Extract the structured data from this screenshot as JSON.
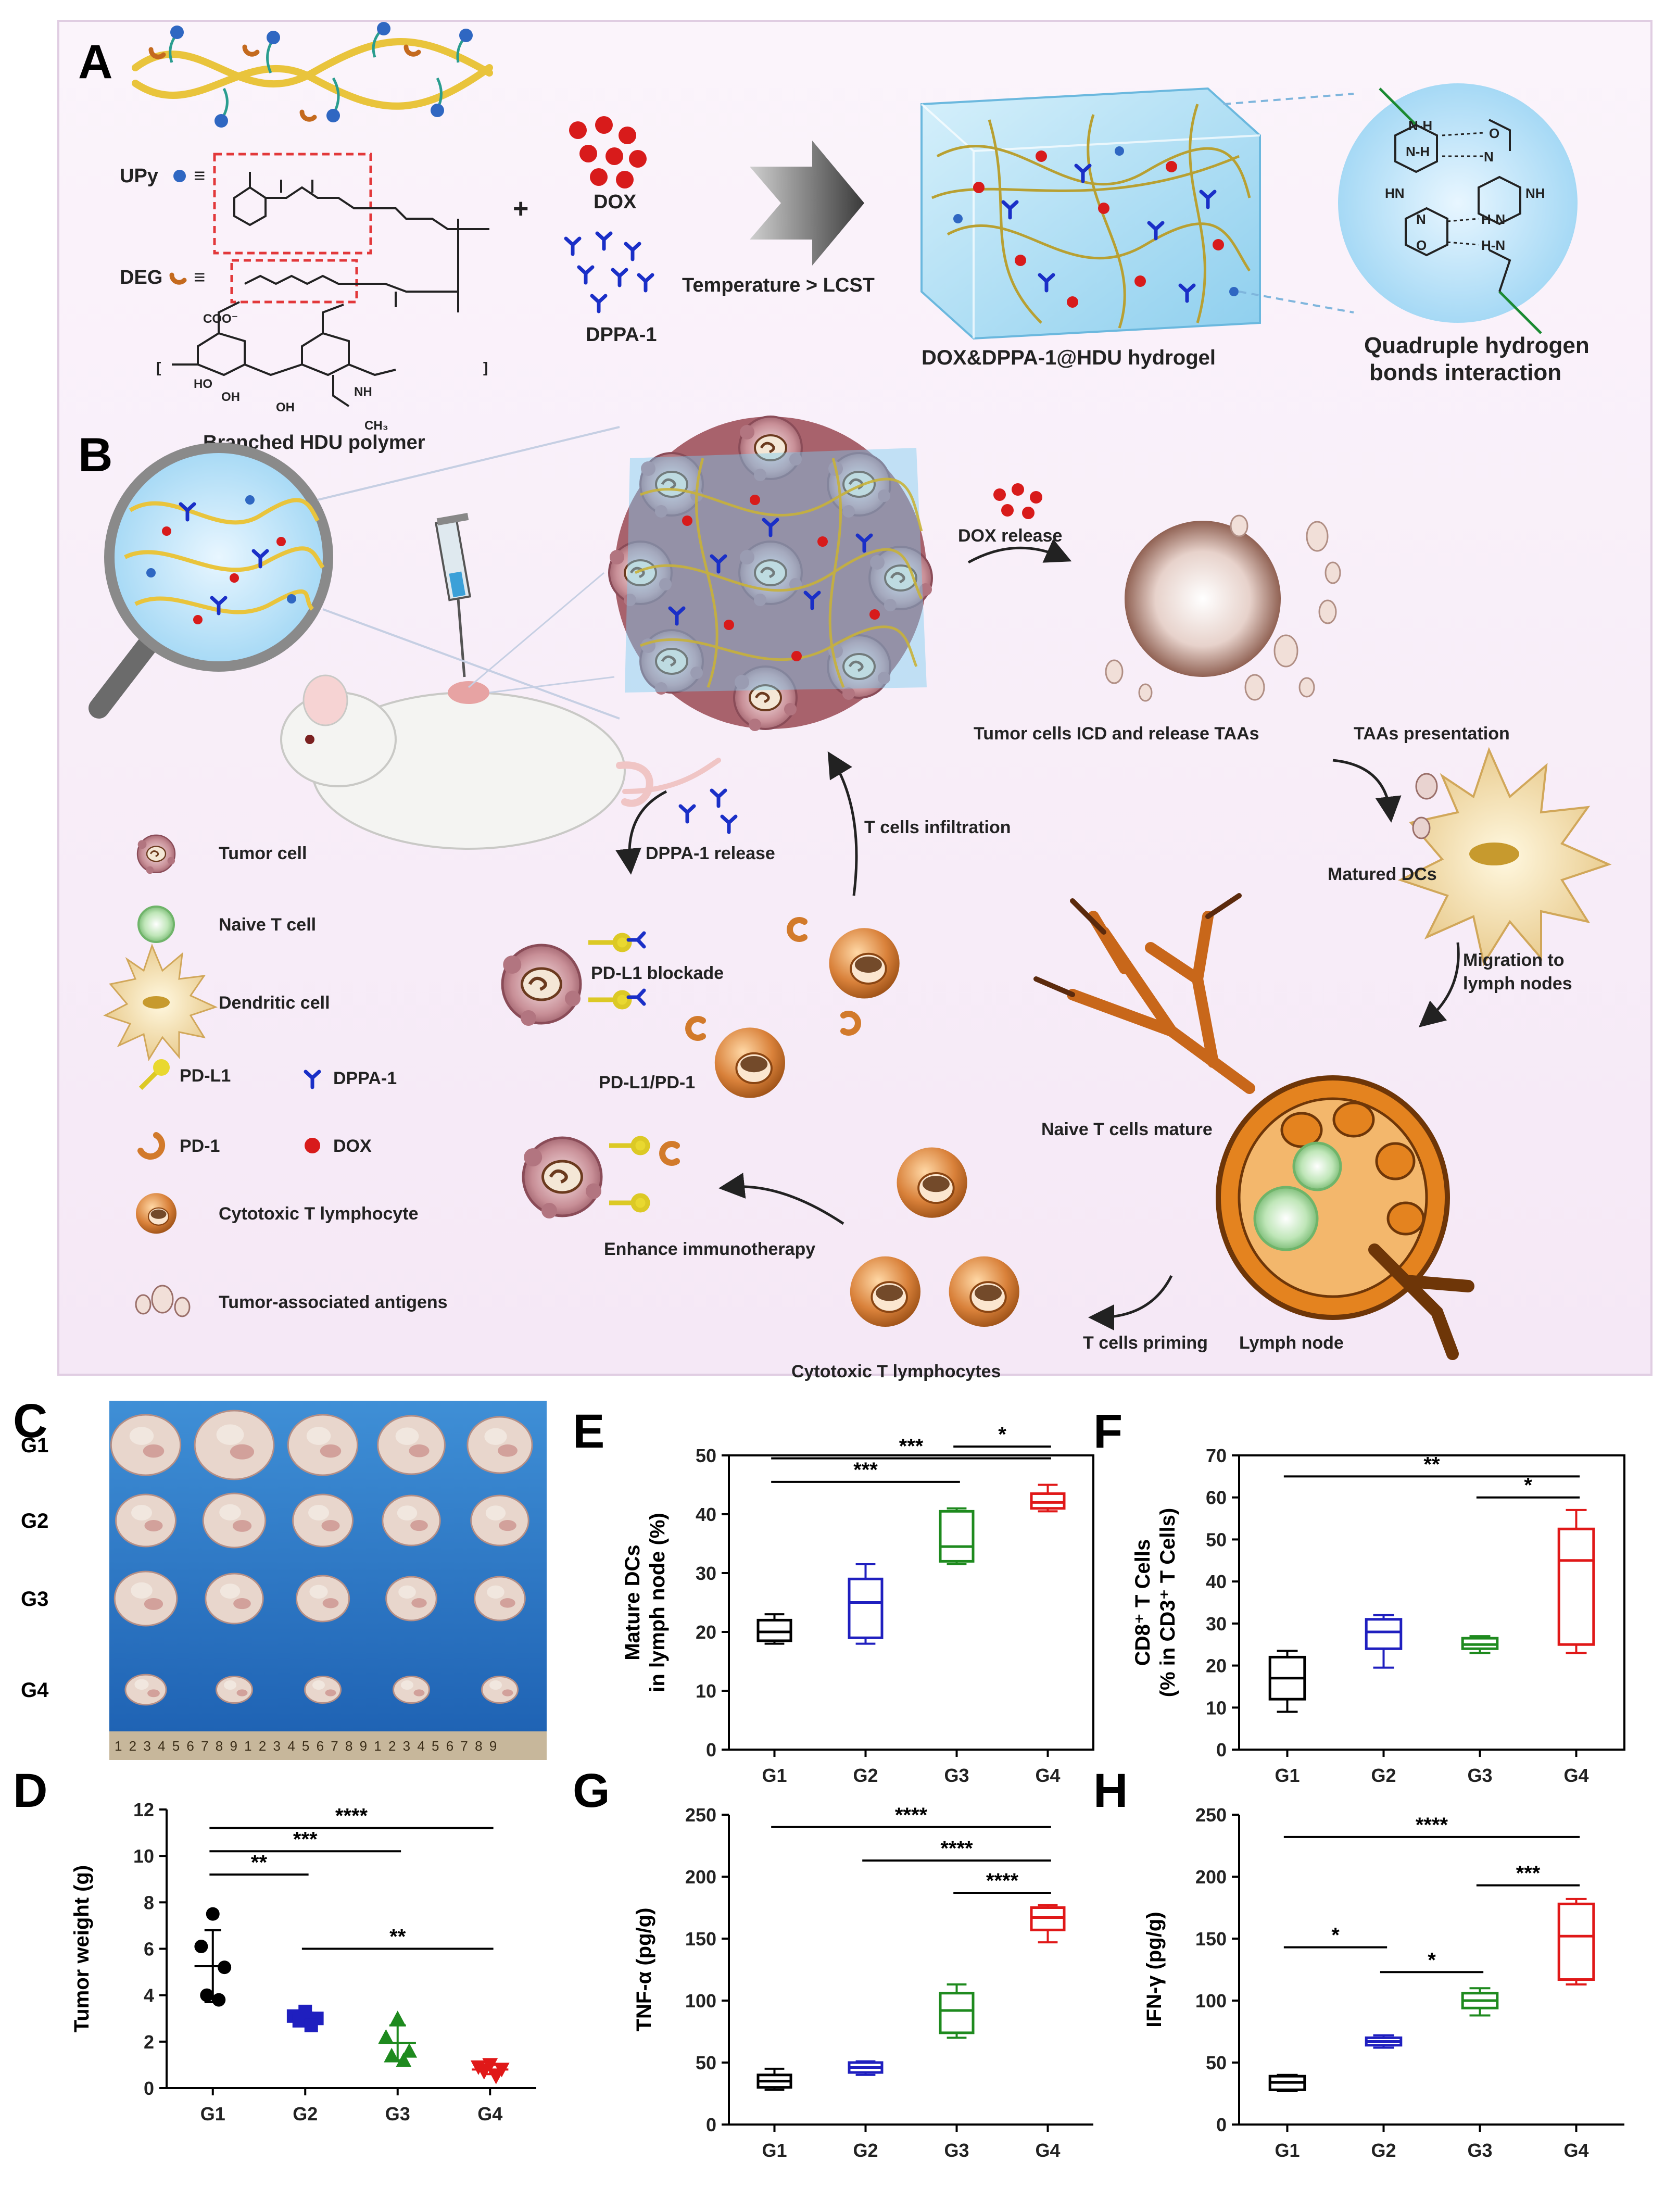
{
  "panels": {
    "A": "A",
    "B": "B",
    "C": "C",
    "D": "D",
    "E": "E",
    "F": "F",
    "G": "G",
    "H": "H"
  },
  "panel_a": {
    "upy_label": "UPy",
    "deg_label": "DEG",
    "equiv": "≡",
    "polymer_label": "Branched HDU polymer",
    "plus": "+",
    "dox_label": "DOX",
    "dppa_label": "DPPA-1",
    "arrow_label": "Temperature > LCST",
    "hydrogel_label": "DOX&DPPA-1@HDU hydrogel",
    "hbond_line1": "Quadruple hydrogen",
    "hbond_line2": "bonds interaction"
  },
  "panel_b": {
    "dox_release": "DOX release",
    "tumor_icd": "Tumor cells ICD and release TAAs",
    "taas_presentation": "TAAs presentation",
    "matured_dcs": "Matured DCs",
    "migration_line1": "Migration to",
    "migration_line2": "lymph nodes",
    "naive_mature": "Naive T cells mature",
    "lymph_node": "Lymph node",
    "priming": "T cells priming",
    "ctls": "Cytotoxic T lymphocytes",
    "enhance": "Enhance immunotherapy",
    "pdl1_pd1": "PD-L1/PD-1",
    "pdl1_blockade": "PD-L1 blockade",
    "dppa_release": "DPPA-1 release",
    "infiltration": "T cells infiltration",
    "legend": {
      "tumor_cell": "Tumor cell",
      "naive_t": "Naive T cell",
      "dendritic": "Dendritic cell",
      "pdl1": "PD-L1",
      "dppa": "DPPA-1",
      "pd1": "PD-1",
      "dox": "DOX",
      "ctl": "Cytotoxic T lymphocyte",
      "taa": "Tumor-associated antigens"
    }
  },
  "panel_c": {
    "groups": [
      "G1",
      "G2",
      "G3",
      "G4"
    ],
    "ruler_text": "1 2 3 4 5 6 7 8 9 1 2 3 4 5 6 7 8 9 1 2 3 4 5 6 7 8 9"
  },
  "chart_data": [
    {
      "id": "D",
      "type": "scatter",
      "ylabel": "Tumor weight (g)",
      "categories": [
        "G1",
        "G2",
        "G3",
        "G4"
      ],
      "ylim": [
        0,
        12
      ],
      "yticks": [
        0,
        2,
        4,
        6,
        8,
        10,
        12
      ],
      "colors": [
        "#000000",
        "#1f1fbf",
        "#1e8a1e",
        "#e01818"
      ],
      "markers": [
        "circle",
        "square",
        "triangle-up",
        "triangle-down"
      ],
      "points": [
        [
          7.5,
          6.1,
          5.2,
          4.0,
          3.8
        ],
        [
          3.3,
          3.1,
          3.0,
          2.9,
          2.7
        ],
        [
          3.0,
          2.2,
          1.6,
          1.4,
          1.2
        ],
        [
          1.0,
          0.9,
          0.8,
          0.7,
          0.5
        ]
      ],
      "mean": [
        5.25,
        3.0,
        1.95,
        0.8
      ],
      "sd": [
        1.55,
        0.25,
        0.75,
        0.2
      ],
      "sig": [
        {
          "a": 0,
          "b": 1,
          "y": 9.2,
          "label": "**"
        },
        {
          "a": 0,
          "b": 2,
          "y": 10.2,
          "label": "***"
        },
        {
          "a": 0,
          "b": 3,
          "y": 11.2,
          "label": "****"
        },
        {
          "a": 1,
          "b": 3,
          "y": 6.0,
          "label": "**"
        }
      ]
    },
    {
      "id": "E",
      "type": "box",
      "ylabel": "Mature DCs in lymph node (%)",
      "ylabel_lines": [
        "Mature DCs",
        "in lymph node (%)"
      ],
      "categories": [
        "G1",
        "G2",
        "G3",
        "G4"
      ],
      "ylim": [
        0,
        50
      ],
      "yticks": [
        0,
        10,
        20,
        30,
        40,
        50
      ],
      "colors": [
        "#000000",
        "#1f1fbf",
        "#1e8a1e",
        "#e01818"
      ],
      "boxes": [
        {
          "min": 18,
          "q1": 18.5,
          "median": 20,
          "q3": 22,
          "max": 23
        },
        {
          "min": 18,
          "q1": 19,
          "median": 25,
          "q3": 29,
          "max": 31.5
        },
        {
          "min": 31.5,
          "q1": 32,
          "median": 34.5,
          "q3": 40.5,
          "max": 41
        },
        {
          "min": 40.5,
          "q1": 41,
          "median": 42,
          "q3": 43.5,
          "max": 45
        }
      ],
      "sig": [
        {
          "a": 0,
          "b": 2,
          "y": 45.5,
          "label": "***"
        },
        {
          "a": 0,
          "b": 3,
          "y": 49.5,
          "label": "***"
        },
        {
          "a": 2,
          "b": 3,
          "y": 51.5,
          "label": "*"
        }
      ]
    },
    {
      "id": "F",
      "type": "box",
      "ylabel": "CD8+ T Cells (% in CD3+ T Cells)",
      "ylabel_lines": [
        "CD8⁺ T Cells",
        "(% in CD3⁺ T Cells)"
      ],
      "categories": [
        "G1",
        "G2",
        "G3",
        "G4"
      ],
      "ylim": [
        0,
        70
      ],
      "yticks": [
        0,
        10,
        20,
        30,
        40,
        50,
        60,
        70
      ],
      "colors": [
        "#000000",
        "#1f1fbf",
        "#1e8a1e",
        "#e01818"
      ],
      "boxes": [
        {
          "min": 9,
          "q1": 12,
          "median": 17,
          "q3": 22,
          "max": 23.5
        },
        {
          "min": 19.5,
          "q1": 24,
          "median": 28,
          "q3": 31,
          "max": 32
        },
        {
          "min": 23,
          "q1": 24,
          "median": 25,
          "q3": 26.5,
          "max": 27
        },
        {
          "min": 23,
          "q1": 25,
          "median": 45,
          "q3": 52.5,
          "max": 57
        }
      ],
      "sig": [
        {
          "a": 0,
          "b": 3,
          "y": 65,
          "label": "**"
        },
        {
          "a": 2,
          "b": 3,
          "y": 60,
          "label": "*"
        }
      ]
    },
    {
      "id": "G",
      "type": "box",
      "ylabel": "TNF-α (pg/g)",
      "categories": [
        "G1",
        "G2",
        "G3",
        "G4"
      ],
      "ylim": [
        0,
        250
      ],
      "yticks": [
        0,
        50,
        100,
        150,
        200,
        250
      ],
      "colors": [
        "#000000",
        "#1f1fbf",
        "#1e8a1e",
        "#e01818"
      ],
      "boxes": [
        {
          "min": 28,
          "q1": 30,
          "median": 35,
          "q3": 40,
          "max": 45
        },
        {
          "min": 40,
          "q1": 42,
          "median": 46,
          "q3": 50,
          "max": 51
        },
        {
          "min": 70,
          "q1": 74,
          "median": 92,
          "q3": 106,
          "max": 113
        },
        {
          "min": 147,
          "q1": 157,
          "median": 167,
          "q3": 175,
          "max": 177
        }
      ],
      "sig": [
        {
          "a": 0,
          "b": 3,
          "y": 240,
          "label": "****"
        },
        {
          "a": 1,
          "b": 3,
          "y": 213,
          "label": "****"
        },
        {
          "a": 2,
          "b": 3,
          "y": 187,
          "label": "****"
        }
      ]
    },
    {
      "id": "H",
      "type": "box",
      "ylabel": "IFN-γ (pg/g)",
      "categories": [
        "G1",
        "G2",
        "G3",
        "G4"
      ],
      "ylim": [
        0,
        250
      ],
      "yticks": [
        0,
        50,
        100,
        150,
        200,
        250
      ],
      "colors": [
        "#000000",
        "#1f1fbf",
        "#1e8a1e",
        "#e01818"
      ],
      "boxes": [
        {
          "min": 27,
          "q1": 28,
          "median": 34,
          "q3": 39,
          "max": 40
        },
        {
          "min": 62,
          "q1": 64,
          "median": 67,
          "q3": 70,
          "max": 72
        },
        {
          "min": 88,
          "q1": 94,
          "median": 100,
          "q3": 106,
          "max": 110
        },
        {
          "min": 113,
          "q1": 117,
          "median": 152,
          "q3": 178,
          "max": 182
        }
      ],
      "sig": [
        {
          "a": 0,
          "b": 3,
          "y": 232,
          "label": "****"
        },
        {
          "a": 0,
          "b": 1,
          "y": 143,
          "label": "*"
        },
        {
          "a": 1,
          "b": 2,
          "y": 123,
          "label": "*"
        },
        {
          "a": 2,
          "b": 3,
          "y": 193,
          "label": "***"
        }
      ]
    }
  ]
}
